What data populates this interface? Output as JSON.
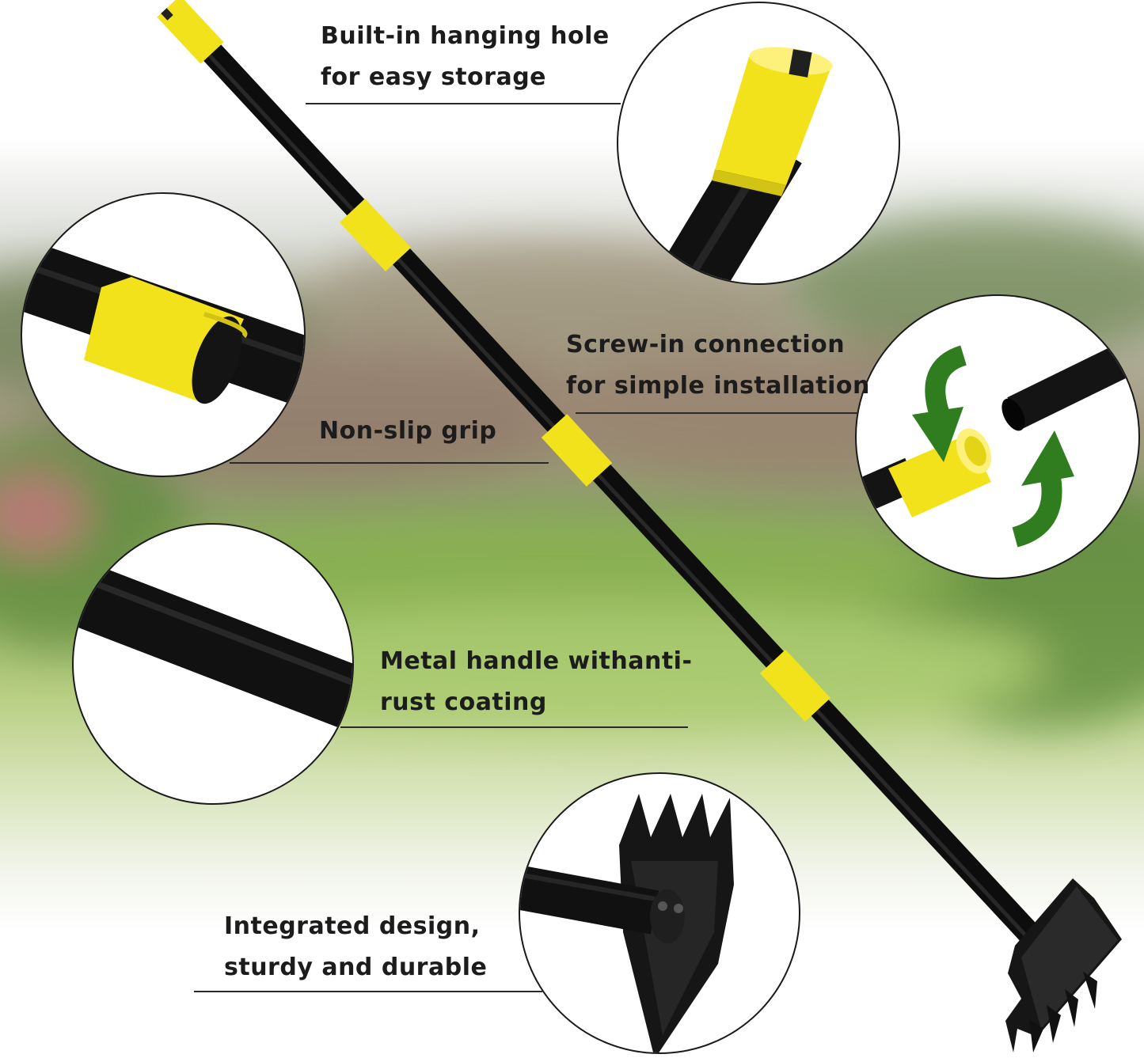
{
  "colors": {
    "accent_yellow": "#f2e21c",
    "handle_black": "#141414",
    "arrow_green": "#2f7d1e",
    "text": "#1c1c1c"
  },
  "callouts": {
    "hanging_hole": {
      "line1": "Built-in hanging hole",
      "line2": "for easy storage",
      "icon": "hanging-hole-closeup"
    },
    "non_slip_grip": {
      "line1": "Non-slip grip",
      "icon": "grip-closeup"
    },
    "screw_in": {
      "line1": "Screw-in connection",
      "line2": "for simple installation",
      "icon": "rotate-arrows-icon"
    },
    "metal_handle": {
      "line1": "Metal handle withanti-",
      "line2": "rust coating",
      "icon": "handle-closeup"
    },
    "integrated": {
      "line1": "Integrated design,",
      "line2": "sturdy and durable",
      "icon": "hoe-head-closeup"
    }
  }
}
